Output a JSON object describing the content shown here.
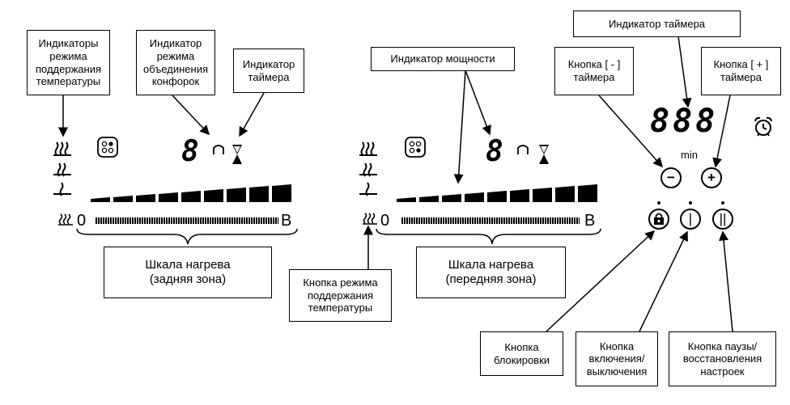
{
  "labels": {
    "temp_indicators": "Индикаторы\nрежима\nподдержания\nтемпературы",
    "merge_indicator": "Индикатор\nрежима\nобъединения\nконфорок",
    "timer_indicator_left": "Индикатор\nтаймера",
    "power_indicator": "Индикатор мощности",
    "timer_indicator_top": "Индикатор таймера",
    "timer_minus": "Кнопка [ - ]\nтаймера",
    "timer_plus": "Кнопка [ + ]\nтаймера",
    "scale_rear": "Шкала нагрева\n(задняя зона)",
    "scale_front": "Шкала нагрева\n(передняя зона)",
    "keepwarm_button": "Кнопка режима\nподдержания\nтемпературы",
    "lock_button": "Кнопка\nблокировки",
    "power_button": "Кнопка\nвключения/\nвыключения",
    "pause_button": "Кнопка паузы/\nвосстановления\nнастроек"
  },
  "panel": {
    "scale_min": "0",
    "scale_max": "B",
    "left_display": "8",
    "right_display": "8",
    "timer_display": "888",
    "timer_unit": "min",
    "minus_symbol": "−",
    "plus_symbol": "+",
    "power_symbol": "|",
    "pause_symbol": "||"
  },
  "icons": [
    "heat-waves-icon",
    "hob-merge-icon",
    "bridge-icon",
    "hourglass-icon",
    "keep-warm-icon",
    "alarm-clock-icon",
    "lock-icon"
  ]
}
